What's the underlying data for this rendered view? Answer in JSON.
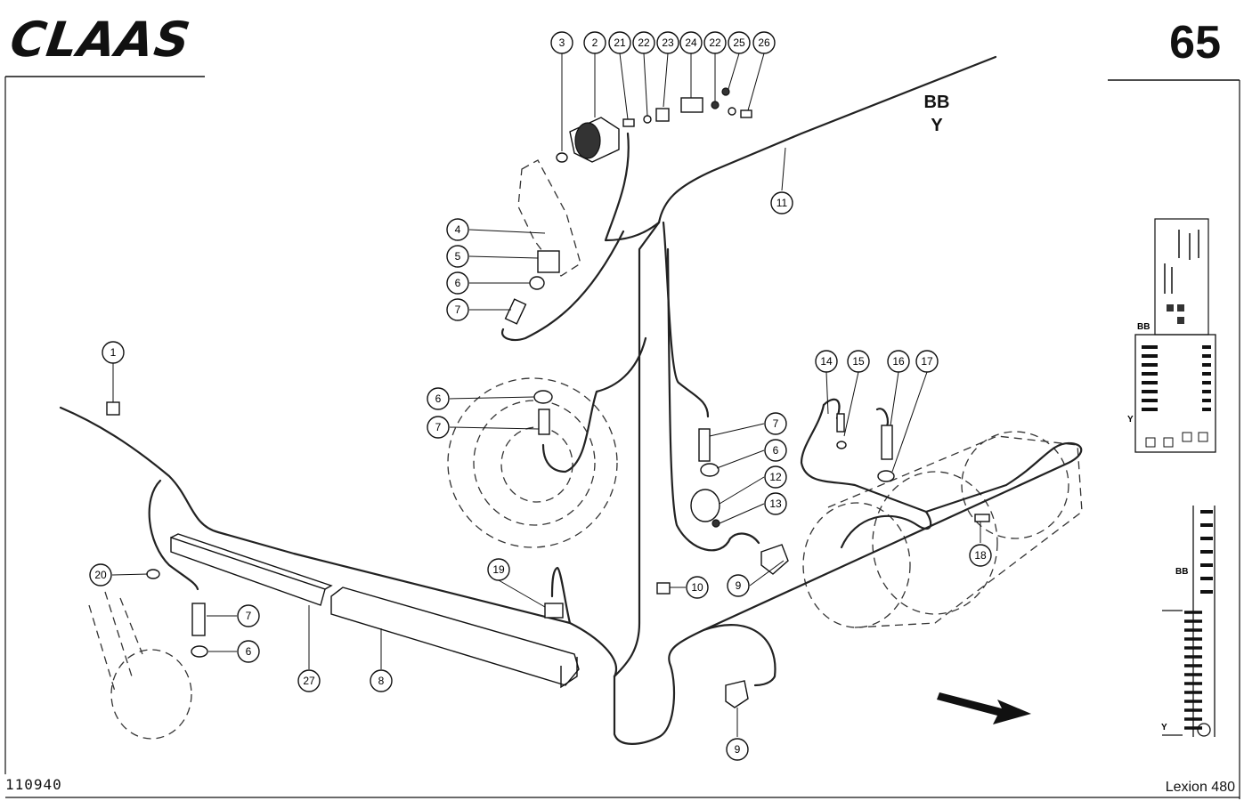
{
  "header": {
    "brand": "CLAAS",
    "page_number": "65"
  },
  "footer": {
    "drawing_number": "110940",
    "model": "Lexion 480"
  },
  "zone_label": {
    "line1": "BB",
    "line2": "Y"
  },
  "locator": {
    "upper_label": "BB",
    "lower_label": "Y",
    "bottom_bb_label": "BB",
    "bottom_y_label": "Y"
  },
  "callouts": [
    "3",
    "2",
    "21",
    "22",
    "23",
    "24",
    "22",
    "25",
    "26",
    "11",
    "4",
    "5",
    "6",
    "7",
    "1",
    "6",
    "7",
    "7",
    "6",
    "12",
    "13",
    "9",
    "14",
    "15",
    "16",
    "17",
    "18",
    "19",
    "10",
    "20",
    "7",
    "6",
    "27",
    "8",
    "9"
  ]
}
